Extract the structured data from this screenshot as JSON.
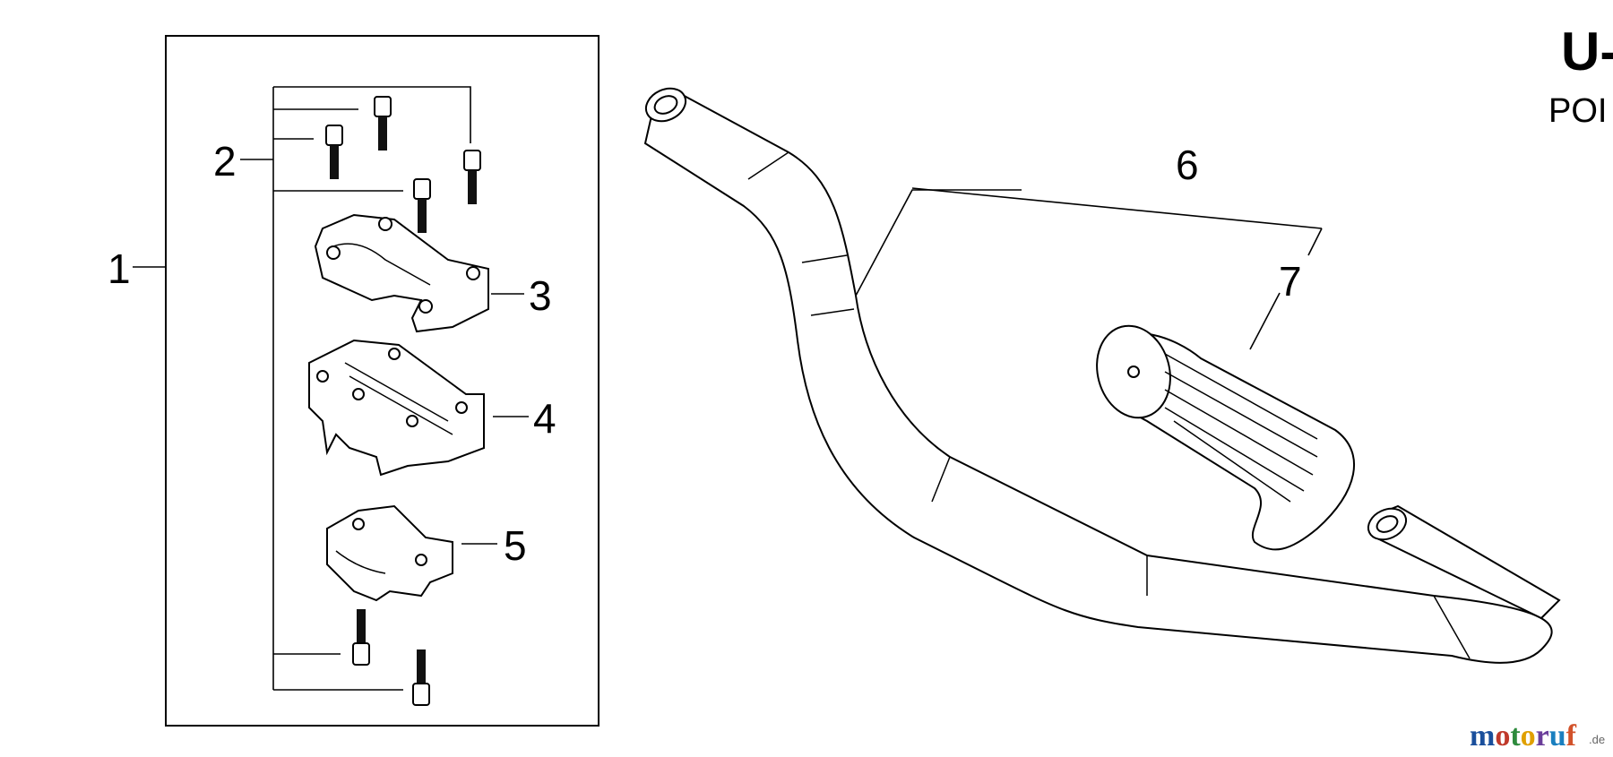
{
  "header": {
    "code": "U-",
    "subtitle": "POI"
  },
  "callouts": [
    {
      "id": "1",
      "label": "1"
    },
    {
      "id": "2",
      "label": "2"
    },
    {
      "id": "3",
      "label": "3"
    },
    {
      "id": "4",
      "label": "4"
    },
    {
      "id": "5",
      "label": "5"
    },
    {
      "id": "6",
      "label": "6"
    },
    {
      "id": "7",
      "label": "7"
    }
  ],
  "watermark": {
    "brand_letters": [
      "m",
      "o",
      "t",
      "o",
      "r",
      "u",
      "f"
    ],
    "brand_colors": [
      "#1a4f9c",
      "#c0392b",
      "#2e8b3d",
      "#e0a000",
      "#6a3d9a",
      "#1a7fbf",
      "#d2522a"
    ],
    "tld": ".de"
  }
}
